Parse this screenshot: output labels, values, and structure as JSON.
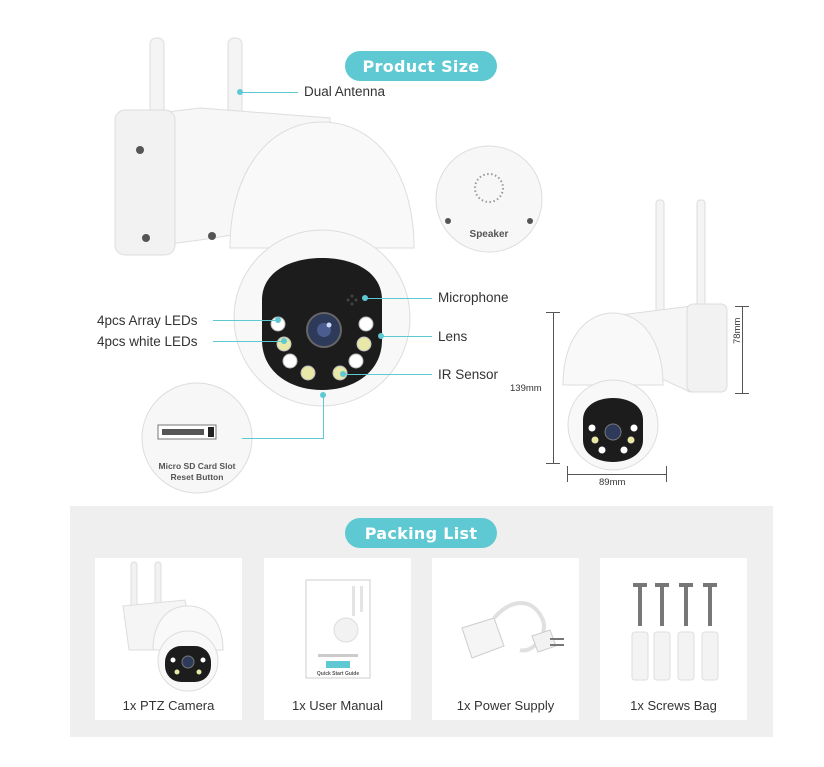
{
  "product_size": {
    "title": "Product Size",
    "callouts": {
      "dual_antenna": "Dual Antenna",
      "array_leds": "4pcs Array LEDs",
      "white_leds": "4pcs white LEDs",
      "microphone": "Microphone",
      "lens": "Lens",
      "ir_sensor": "IR Sensor",
      "speaker": "Speaker",
      "sd_slot_line1": "Micro SD Card Slot",
      "sd_slot_line2": "Reset Button"
    },
    "dimensions": {
      "height": "139mm",
      "width": "89mm",
      "depth": "78mm"
    }
  },
  "packing_list": {
    "title": "Packing List",
    "items": [
      {
        "label": "1x PTZ Camera"
      },
      {
        "label": "1x User Manual"
      },
      {
        "label": "1x Power Supply"
      },
      {
        "label": "1x Screws Bag"
      }
    ],
    "manual_caption": "Quick Start Guide"
  },
  "colors": {
    "accent": "#5ec9d3",
    "section_bg": "#efefef"
  }
}
